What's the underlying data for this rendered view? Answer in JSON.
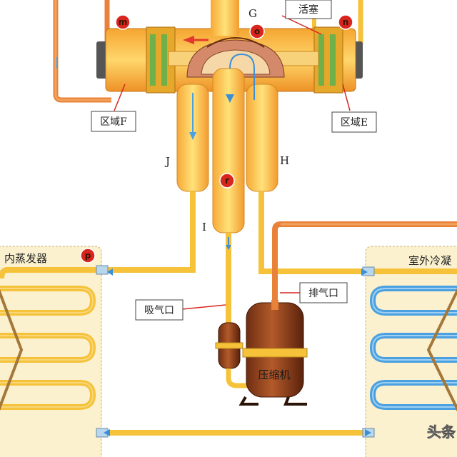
{
  "labels": {
    "G": "G",
    "J": "J",
    "H": "H",
    "I": "I",
    "piston": "活塞",
    "zone_F": "区域F",
    "zone_E": "区域E",
    "suction": "吸气口",
    "discharge": "排气口",
    "compressor": "压缩机",
    "indoor_evaporator": "内蒸发器",
    "outdoor_condenser": "室外冷凝"
  },
  "markers": {
    "m": "m",
    "o": "o",
    "n": "n",
    "r": "r",
    "p": "p"
  },
  "watermark": "头条",
  "colors": {
    "pipe_yellow": "#f5c23a",
    "pipe_orange": "#e8813a",
    "pipe_blue": "#4aa0e0",
    "valve_body": "#f3b43a",
    "marker_red": "#d8261e",
    "panel_bg": "#fbf1cf"
  }
}
